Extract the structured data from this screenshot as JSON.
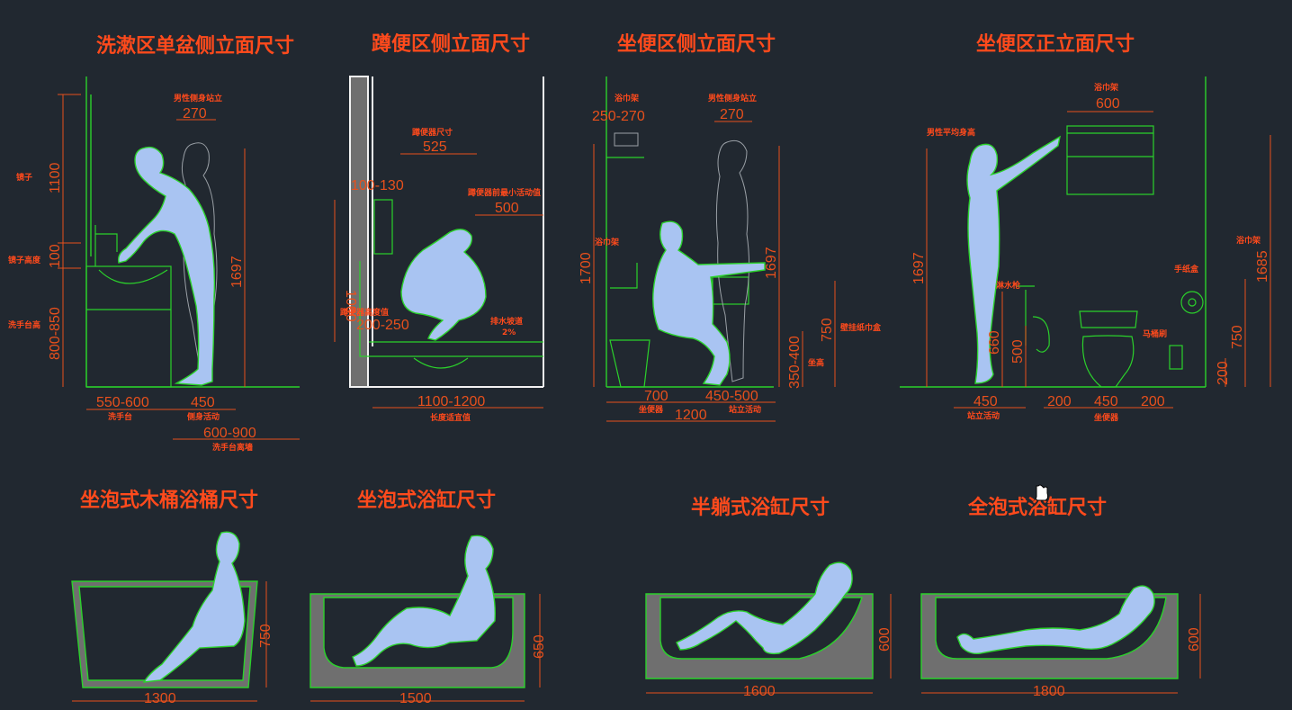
{
  "titles": {
    "washbasin": "洗漱区单盆侧立面尺寸",
    "squat": "蹲便区侧立面尺寸",
    "toilet_side": "坐便区侧立面尺寸",
    "toilet_front": "坐便区正立面尺寸",
    "wood_tub": "坐泡式木桶浴桶尺寸",
    "sit_tub": "坐泡式浴缸尺寸",
    "half_tub": "半躺式浴缸尺寸",
    "full_tub": "全泡式浴缸尺寸"
  },
  "washbasin": {
    "lbl_side": "男性侧身站立",
    "dim_side": "270",
    "lbl_mirror": "镜子",
    "dim_mirror": "1100",
    "lbl_mirror_h": "镜子高度",
    "dim_mirror_h": "100",
    "lbl_counter": "洗手台高",
    "dim_counter": "800-850",
    "dim_height": "1697",
    "dim_basin": "550-600",
    "lbl_basin": "洗手台",
    "dim_side_act": "450",
    "lbl_side_act": "侧身活动",
    "dim_wall": "600-900",
    "lbl_wall": "洗手台离墙"
  },
  "squat": {
    "lbl_size": "蹲便器尺寸",
    "dim_size": "525",
    "lbl_min": "蹲便器前最小活动值",
    "dim_min": "500",
    "dim_tank": "100-130",
    "dim_1000": "1000",
    "lbl_pan": "蹲便器高度值",
    "dim_pan": "200-250",
    "lbl_drain": "排水坡道",
    "val_drain": "2%",
    "dim_len": "1100-1200",
    "lbl_len": "长度适宜值"
  },
  "toilet_side": {
    "lbl_towel": "浴巾架",
    "dim_towel": "250-270",
    "lbl_side": "男性侧身站立",
    "dim_side": "270",
    "lbl_towel2": "浴巾架",
    "dim_1700": "1700",
    "dim_1697": "1697",
    "lbl_box": "壁挂纸巾盒",
    "dim_750": "750",
    "dim_seat": "350-400",
    "lbl_seat": "坐高",
    "dim_700": "700",
    "lbl_700": "坐便器",
    "dim_stand": "450-500",
    "lbl_stand": "站立活动",
    "dim_1200": "1200"
  },
  "toilet_front": {
    "lbl_towel": "浴巾架",
    "dim_towel": "600",
    "lbl_male": "男性平均身高",
    "dim_1697": "1697",
    "lbl_spray": "淋水枪",
    "dim_660": "660",
    "dim_500": "500",
    "lbl_towel2": "浴巾架",
    "dim_1685": "1685",
    "lbl_paper": "手纸盒",
    "lbl_brush": "马桶刷",
    "dim_750": "750",
    "dim_200v": "200",
    "dim_450a": "450",
    "lbl_stand": "站立活动",
    "dim_200a": "200",
    "dim_450b": "450",
    "dim_200b": "200",
    "lbl_toilet": "坐便器"
  },
  "tubs": {
    "wood_w": "1300",
    "wood_h": "750",
    "sit_w": "1500",
    "sit_h": "650",
    "half_w": "1600",
    "half_h": "600",
    "full_w": "1800",
    "full_h": "600"
  },
  "colors": {
    "background": "#212830",
    "title": "#ff4a1c",
    "dimension": "#e8501c",
    "line": "#2bd12b",
    "figure": "#a9c4f2",
    "tub": "#6f6f6f"
  }
}
